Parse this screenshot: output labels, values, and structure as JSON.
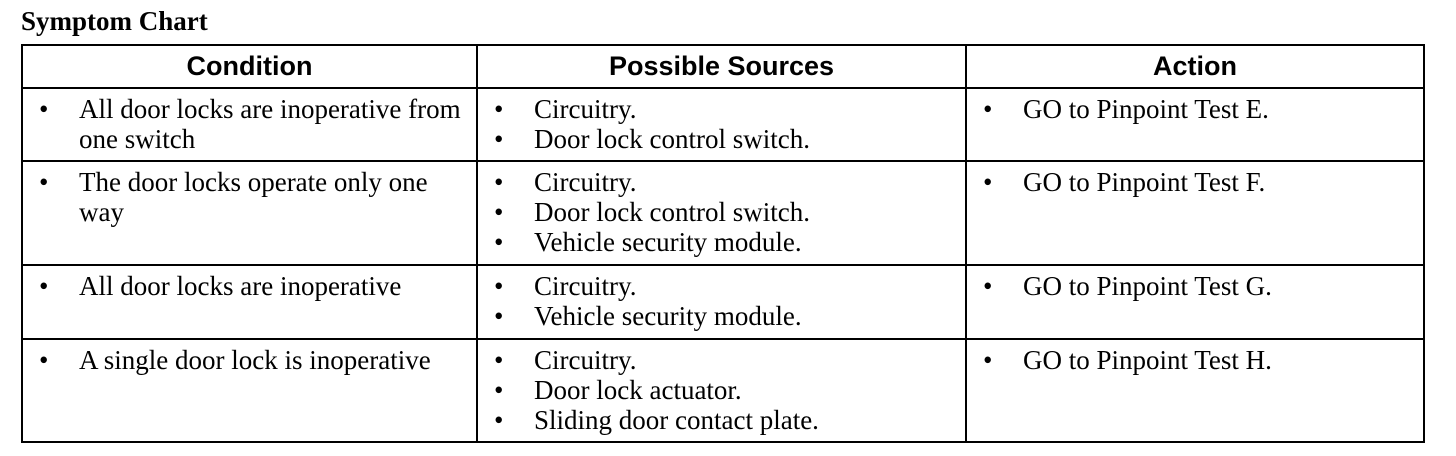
{
  "title": "Symptom Chart",
  "table": {
    "headers": [
      "Condition",
      "Possible Sources",
      "Action"
    ],
    "bullet": "•",
    "rows": [
      {
        "condition": [
          "All door locks are inoperative from one switch"
        ],
        "sources": [
          "Circuitry.",
          "Door lock control switch."
        ],
        "action": [
          "GO to Pinpoint Test E."
        ]
      },
      {
        "condition": [
          "The door locks operate only one way"
        ],
        "sources": [
          "Circuitry.",
          "Door lock control switch.",
          "Vehicle security module."
        ],
        "action": [
          "GO to Pinpoint Test F."
        ]
      },
      {
        "condition": [
          "All door locks are inoperative"
        ],
        "sources": [
          "Circuitry.",
          "Vehicle security module."
        ],
        "action": [
          "GO to Pinpoint Test G."
        ]
      },
      {
        "condition": [
          "A single door lock is inoperative"
        ],
        "sources": [
          "Circuitry.",
          "Door lock actuator.",
          "Sliding door contact plate."
        ],
        "action": [
          "GO to Pinpoint Test H."
        ]
      }
    ]
  }
}
